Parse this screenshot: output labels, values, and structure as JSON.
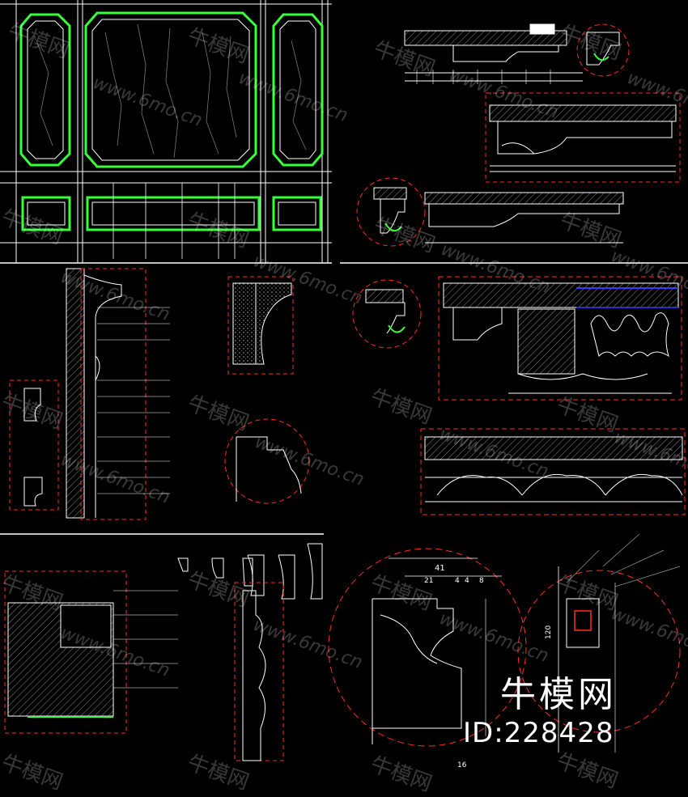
{
  "brand": {
    "name": "牛模网",
    "id_label": "ID:228428"
  },
  "watermark": {
    "cn": "牛模网",
    "url": "www.6mo.cn"
  },
  "detail_dims": {
    "top": "41",
    "row2": [
      "21",
      "4",
      "4",
      "8"
    ],
    "bottom": "16",
    "side": "120"
  },
  "colors": {
    "line": "#ffffff",
    "green": "#39ff3a",
    "red": "#ff2a2a",
    "grey": "#9a9a9a",
    "blue": "#3a3aff"
  }
}
